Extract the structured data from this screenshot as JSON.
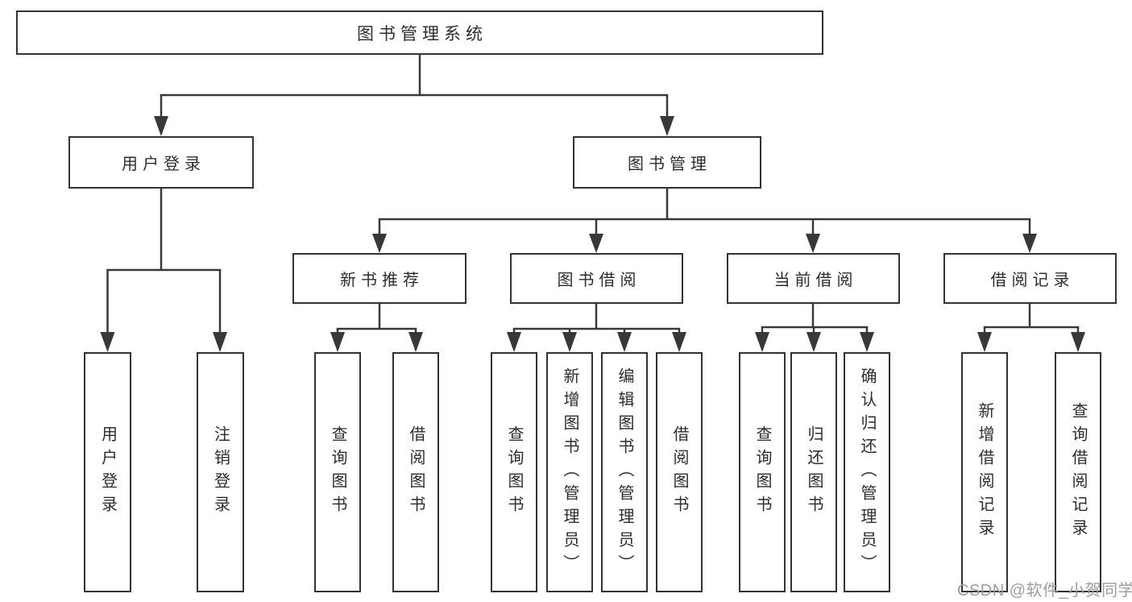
{
  "tree": {
    "root": {
      "label": "图书管理系统"
    },
    "children": [
      {
        "label": "用户登录",
        "children": [
          {
            "label": "用户登录"
          },
          {
            "label": "注销登录"
          }
        ]
      },
      {
        "label": "图书管理",
        "children": [
          {
            "label": "新书推荐",
            "children": [
              {
                "label": "查询图书"
              },
              {
                "label": "借阅图书"
              }
            ]
          },
          {
            "label": "图书借阅",
            "children": [
              {
                "label": "查询图书"
              },
              {
                "label": "新增图书（管理员）"
              },
              {
                "label": "编辑图书（管理员）"
              },
              {
                "label": "借阅图书"
              }
            ]
          },
          {
            "label": "当前借阅",
            "children": [
              {
                "label": "查询图书"
              },
              {
                "label": "归还图书"
              },
              {
                "label": "确认归还（管理员）"
              }
            ]
          },
          {
            "label": "借阅记录",
            "children": [
              {
                "label": "新增借阅记录"
              },
              {
                "label": "查询借阅记录"
              }
            ]
          }
        ]
      }
    ]
  },
  "watermark": {
    "text": "CSDN @软件_小贺同学"
  },
  "colors": {
    "line": "#383838",
    "border": "#333333",
    "text": "#2d2d2d",
    "watermark": "#9e9e9e",
    "background": "#ffffff"
  }
}
